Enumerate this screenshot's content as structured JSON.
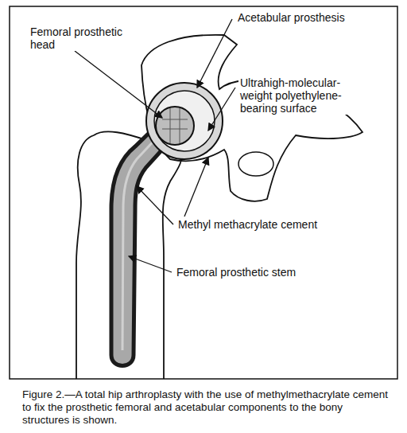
{
  "diagram": {
    "caption": "Figure 2.—A total hip arthroplasty with the use of methylmethacrylate cement to fix the prosthetic femoral and acetabular components to the bony structures is shown.",
    "labels": [
      "Acetabular prosthesis",
      "Femoral prosthetic head",
      "Ultrahigh-molecular-weight polyethylene-bearing surface",
      "Methyl methacrylate cement",
      "Femoral prosthetic stem"
    ]
  }
}
